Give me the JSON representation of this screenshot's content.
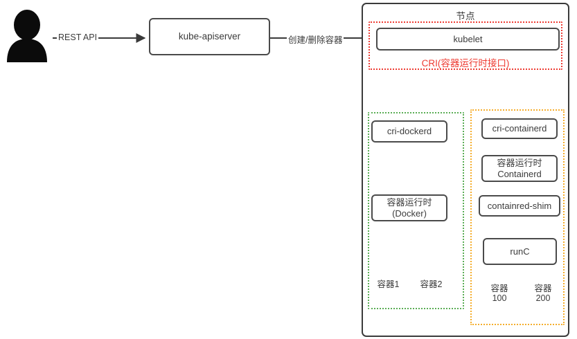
{
  "diagram": {
    "actor": {
      "icon": "user-silhouette-icon"
    },
    "edges": [
      {
        "id": "rest-api",
        "label": "REST API"
      },
      {
        "id": "create-delete-container",
        "label": "创建/删除容器"
      }
    ],
    "apiserver": {
      "label": "kube-apiserver"
    },
    "node": {
      "title": "节点",
      "kubelet": "kubelet",
      "cri_zone_label": "CRI(容器运行时接口)"
    },
    "docker_branch": {
      "zone_color": "#5aad55",
      "cri_dockerd": "cri-dockerd",
      "runtime": "容器运行时\n(Docker)",
      "containers": [
        "容器1",
        "容器2"
      ]
    },
    "containerd_branch": {
      "zone_color": "#f5ad2b",
      "cri_containerd": "cri-containerd",
      "runtime": "容器运行时\nContainerd",
      "shim": "containred-shim",
      "runc": "runC",
      "containers": [
        "容器\n100",
        "容器\n200"
      ]
    },
    "colors": {
      "cri_red": "#ee3a31",
      "docker_green": "#5aad55",
      "containerd_orange": "#f5ad2b",
      "stroke_dark": "#3a3a3a",
      "text": "#3b3b3b"
    }
  }
}
